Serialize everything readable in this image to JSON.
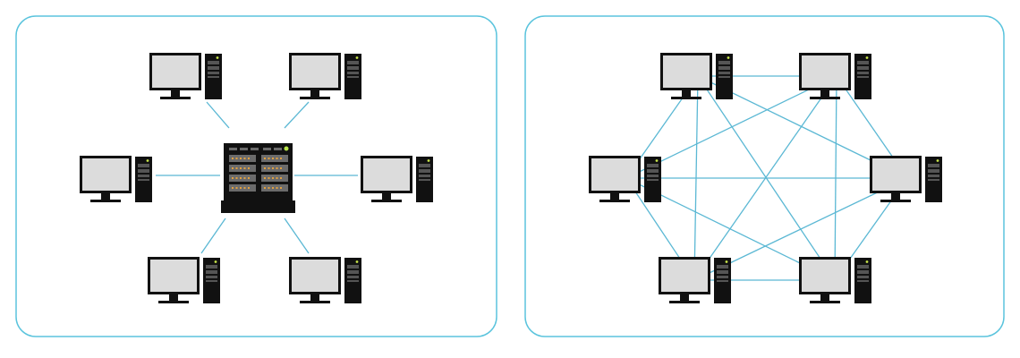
{
  "colors": {
    "panel_border": "#5bc4dd",
    "link_line": "#5bb8d4",
    "monitor_frame": "#111111",
    "monitor_screen": "#dcdcdc",
    "tower_body": "#111111",
    "tower_detail": "#555555",
    "tower_led": "#c8e64a",
    "server_body": "#111111",
    "server_drive": "#6b6b6b",
    "server_led": "#e0a040",
    "server_power_led": "#b9e64a"
  },
  "icons": {
    "computer": "desktop-computer-icon",
    "server": "server-rack-icon"
  },
  "diagrams": [
    {
      "name": "client-server-network",
      "hub": "server",
      "node_count": 6
    },
    {
      "name": "peer-to-peer-network",
      "hub": "none",
      "node_count": 6
    }
  ]
}
